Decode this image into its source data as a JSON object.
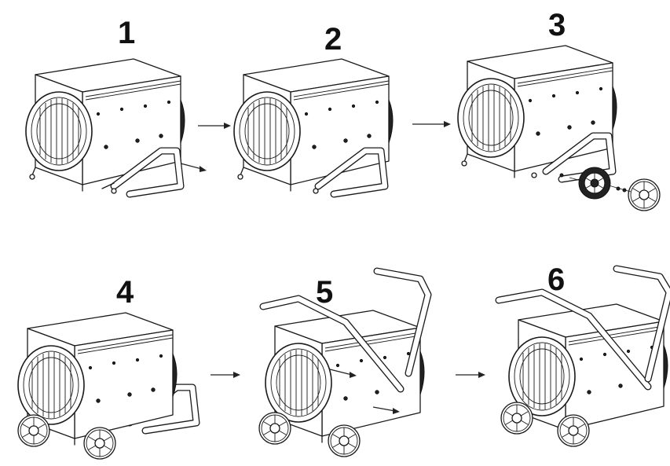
{
  "steps": [
    {
      "label": "1"
    },
    {
      "label": "2"
    },
    {
      "label": "3"
    },
    {
      "label": "4"
    },
    {
      "label": "5"
    },
    {
      "label": "6"
    }
  ]
}
